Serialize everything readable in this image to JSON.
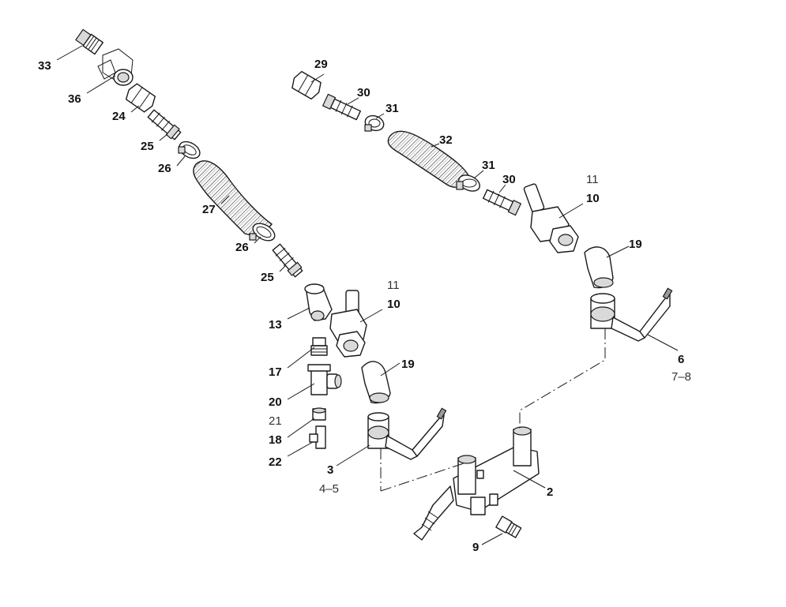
{
  "labels": [
    {
      "id": "33",
      "text": "33",
      "weight": "bold"
    },
    {
      "id": "36",
      "text": "36",
      "weight": "bold"
    },
    {
      "id": "24",
      "text": "24",
      "weight": "bold"
    },
    {
      "id": "25a",
      "text": "25",
      "weight": "bold"
    },
    {
      "id": "26a",
      "text": "26",
      "weight": "bold"
    },
    {
      "id": "27",
      "text": "27",
      "weight": "bold"
    },
    {
      "id": "26b",
      "text": "26",
      "weight": "bold"
    },
    {
      "id": "25b",
      "text": "25",
      "weight": "bold"
    },
    {
      "id": "13",
      "text": "13",
      "weight": "bold"
    },
    {
      "id": "11a",
      "text": "11",
      "weight": "light"
    },
    {
      "id": "10a",
      "text": "10",
      "weight": "bold"
    },
    {
      "id": "17",
      "text": "17",
      "weight": "bold"
    },
    {
      "id": "19a",
      "text": "19",
      "weight": "bold"
    },
    {
      "id": "20",
      "text": "20",
      "weight": "bold"
    },
    {
      "id": "21",
      "text": "21",
      "weight": "light"
    },
    {
      "id": "18",
      "text": "18",
      "weight": "bold"
    },
    {
      "id": "22",
      "text": "22",
      "weight": "bold"
    },
    {
      "id": "3",
      "text": "3",
      "weight": "bold"
    },
    {
      "id": "4-5",
      "text": "4–5",
      "weight": "light"
    },
    {
      "id": "29",
      "text": "29",
      "weight": "bold"
    },
    {
      "id": "30a",
      "text": "30",
      "weight": "bold"
    },
    {
      "id": "31a",
      "text": "31",
      "weight": "bold"
    },
    {
      "id": "32",
      "text": "32",
      "weight": "bold"
    },
    {
      "id": "31b",
      "text": "31",
      "weight": "bold"
    },
    {
      "id": "30b",
      "text": "30",
      "weight": "bold"
    },
    {
      "id": "11b",
      "text": "11",
      "weight": "light"
    },
    {
      "id": "10b",
      "text": "10",
      "weight": "bold"
    },
    {
      "id": "19b",
      "text": "19",
      "weight": "bold"
    },
    {
      "id": "6",
      "text": "6",
      "weight": "bold"
    },
    {
      "id": "7-8",
      "text": "7–8",
      "weight": "light"
    },
    {
      "id": "2",
      "text": "2",
      "weight": "bold"
    },
    {
      "id": "9",
      "text": "9",
      "weight": "bold"
    }
  ]
}
